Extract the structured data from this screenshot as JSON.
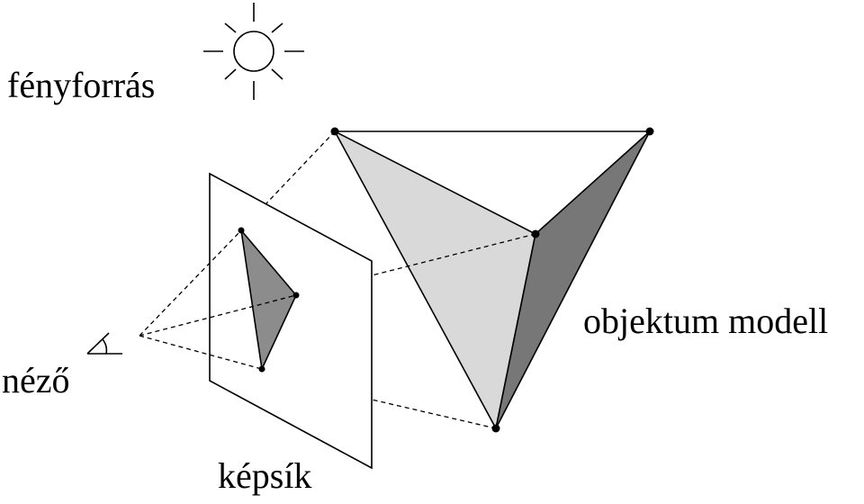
{
  "labels": {
    "light_source": "fényforrás",
    "viewer": "néző",
    "image_plane": "képsík",
    "object_model": "objektum modell"
  },
  "colors": {
    "stroke": "#000000",
    "face_light": "#d9d9d9",
    "face_dark": "#777777",
    "projection_fill": "#8c8c8c",
    "background": "#ffffff"
  }
}
